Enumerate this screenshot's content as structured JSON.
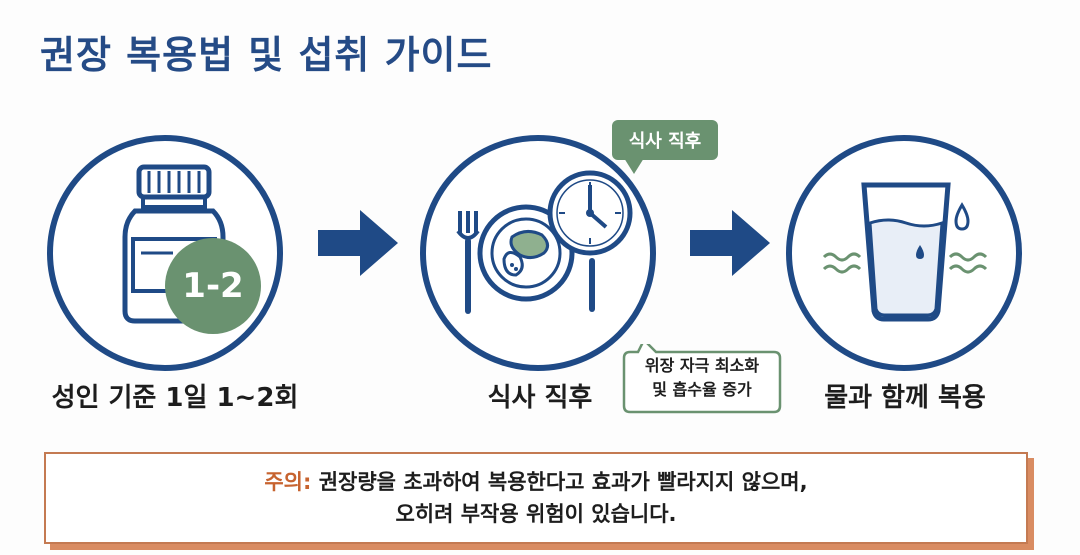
{
  "title": "권장 복용법 및 섭취 가이드",
  "steps": [
    {
      "label": "성인 기준 1일 1~2회",
      "badge": "1-2",
      "icon": "medicine-bottle-icon"
    },
    {
      "label": "식사 직후",
      "icon": "meal-plate-clock-icon"
    },
    {
      "label": "물과 함께 복용",
      "icon": "water-glass-icon"
    }
  ],
  "callouts": {
    "top": "식사 직후",
    "bottom_line1": "위장 자극 최소화",
    "bottom_line2": "및 흡수율 증가"
  },
  "warning": {
    "lead": "주의:",
    "line1": "권장량을 초과하여 복용한다고 효과가 빨라지지 않으며,",
    "line2": "오히려 부작용 위험이 있습니다."
  },
  "colors": {
    "navy": "#1f4a86",
    "green": "#6a9270",
    "warning_accent": "#c7632f"
  }
}
